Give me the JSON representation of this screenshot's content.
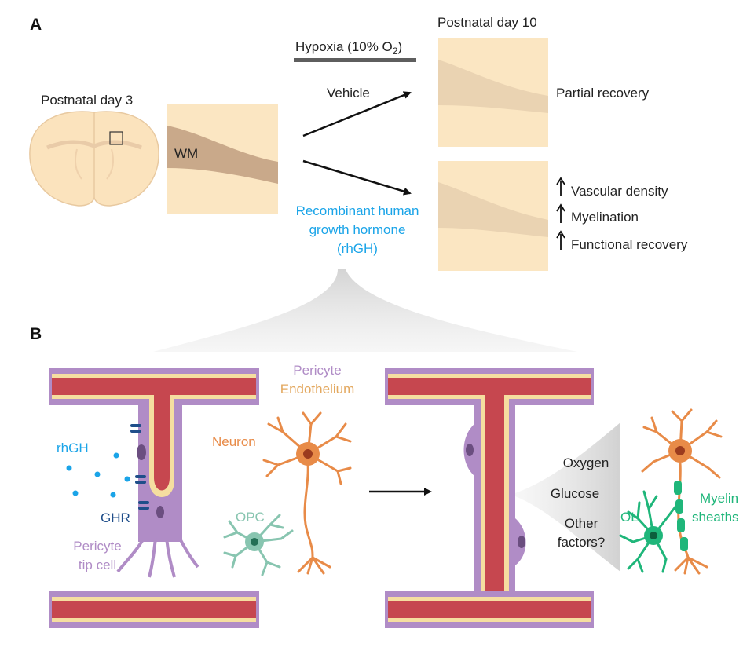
{
  "panel_a": {
    "letter": "A",
    "postnatal_day_3": "Postnatal day 3",
    "wm_label": "WM",
    "hypoxia_label": "Hypoxia (10% O",
    "hypoxia_sub": "2",
    "hypoxia_close": ")",
    "postnatal_day_10": "Postnatal day 10",
    "vehicle": "Vehicle",
    "partial_recovery": "Partial recovery",
    "rhgh_line1": "Recombinant human",
    "rhgh_line2": "growth hormone",
    "rhgh_line3": "(rhGH)",
    "outcomes": [
      "Vascular density",
      "Myelination",
      "Functional recovery"
    ]
  },
  "panel_b": {
    "letter": "B",
    "rhgh": "rhGH",
    "ghr": "GHR",
    "pericyte_tip_line1": "Pericyte",
    "pericyte_tip_line2": "tip cell",
    "pericyte": "Pericyte",
    "endothelium": "Endothelium",
    "neuron": "Neuron",
    "opc": "OPC",
    "oxygen": "Oxygen",
    "glucose": "Glucose",
    "other_line1": "Other",
    "other_line2": "factors?",
    "ol": "OL",
    "myelin_line1": "Myelin",
    "myelin_line2": "sheaths"
  },
  "colors": {
    "tissue": "#fbe6c2",
    "white_matter_dark": "#c9a98a",
    "white_matter_light": "#ead3b2",
    "vessel_red": "#c6474f",
    "pericyte_purple": "#b08cc6",
    "endothelium_tan": "#f5dea0",
    "neuron_orange": "#e88b48",
    "opc_teal": "#88c5b0",
    "ol_green": "#1fb67a",
    "rhgh_blue": "#1aa4e8",
    "ghr_darkblue": "#1f4e8a"
  },
  "icons": [
    "brain-section",
    "arrow-icon",
    "up-arrow-icon",
    "blood-vessel",
    "neuron-cell",
    "opc-cell",
    "ol-cell"
  ]
}
